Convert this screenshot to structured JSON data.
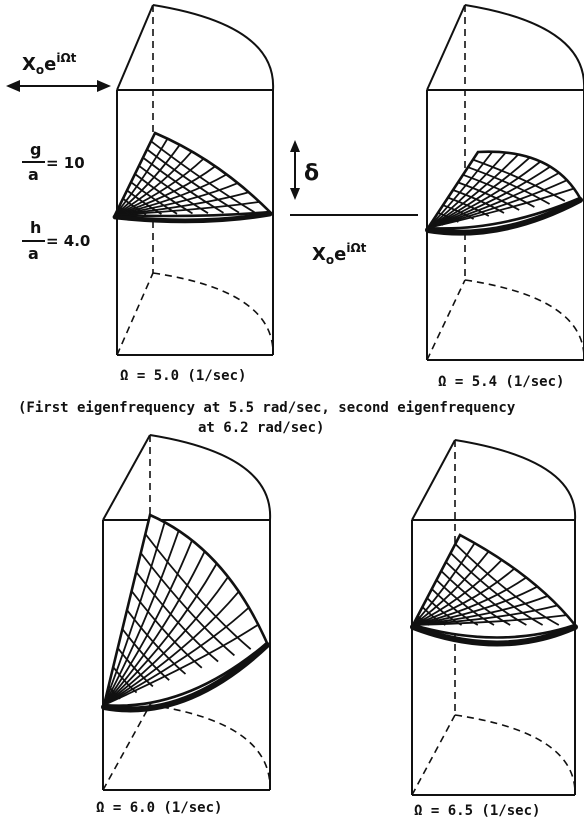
{
  "excitation": {
    "base": "X",
    "sub": "o",
    "e": "e",
    "exp": "iΩt"
  },
  "params": {
    "g_num": "g",
    "h_num": "h",
    "den": "a",
    "g_value": "= 10",
    "h_value": "= 4.0"
  },
  "delta_symbol": "δ",
  "panels": [
    {
      "omega_label": "Ω = 5.0 (1/sec)"
    },
    {
      "omega_label": "Ω = 5.4 (1/sec)"
    },
    {
      "omega_label": "Ω = 6.0 (1/sec)"
    },
    {
      "omega_label": "Ω = 6.5 (1/sec)"
    }
  ],
  "note": {
    "line1": "(First eigenfrequency at 5.5 rad/sec, second eigenfrequency",
    "line2": "at 6.2 rad/sec)"
  }
}
